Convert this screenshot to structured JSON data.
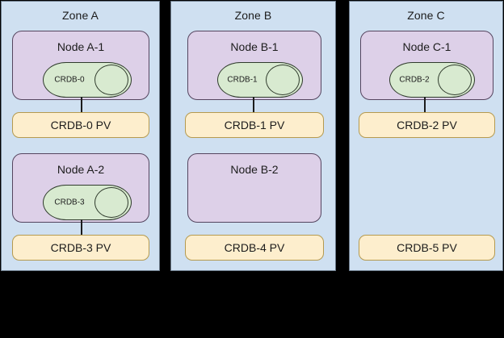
{
  "colors": {
    "background": "#000000",
    "zone_fill": "#cfe0f1",
    "zone_border": "#6b7a8a",
    "node_fill": "#ddd0e8",
    "node_border": "#55455f",
    "pod_fill": "#d8ead0",
    "pod_border": "#2f3b2c",
    "pv_fill": "#fdeecd",
    "pv_border": "#b59a4f",
    "text": "#1c1c1c"
  },
  "zones": [
    {
      "id": "zone-a",
      "title": "Zone A",
      "nodes": [
        {
          "id": "node-a-1",
          "title": "Node A-1",
          "pod": "CRDB-0",
          "has_pod": true
        },
        {
          "id": "node-a-2",
          "title": "Node A-2",
          "pod": "CRDB-3",
          "has_pod": true
        }
      ],
      "volumes": [
        {
          "id": "pv-crdb-0",
          "label": "CRDB-0 PV",
          "connected": true
        },
        {
          "id": "pv-crdb-3",
          "label": "CRDB-3 PV",
          "connected": true
        }
      ]
    },
    {
      "id": "zone-b",
      "title": "Zone B",
      "nodes": [
        {
          "id": "node-b-1",
          "title": "Node B-1",
          "pod": "CRDB-1",
          "has_pod": true
        },
        {
          "id": "node-b-2",
          "title": "Node B-2",
          "pod": "",
          "has_pod": false
        }
      ],
      "volumes": [
        {
          "id": "pv-crdb-1",
          "label": "CRDB-1 PV",
          "connected": true
        },
        {
          "id": "pv-crdb-4",
          "label": "CRDB-4 PV",
          "connected": false
        }
      ]
    },
    {
      "id": "zone-c",
      "title": "Zone C",
      "nodes": [
        {
          "id": "node-c-1",
          "title": "Node C-1",
          "pod": "CRDB-2",
          "has_pod": true
        }
      ],
      "volumes": [
        {
          "id": "pv-crdb-2",
          "label": "CRDB-2 PV",
          "connected": true
        },
        {
          "id": "pv-crdb-5",
          "label": "CRDB-5 PV",
          "connected": false
        }
      ]
    }
  ]
}
